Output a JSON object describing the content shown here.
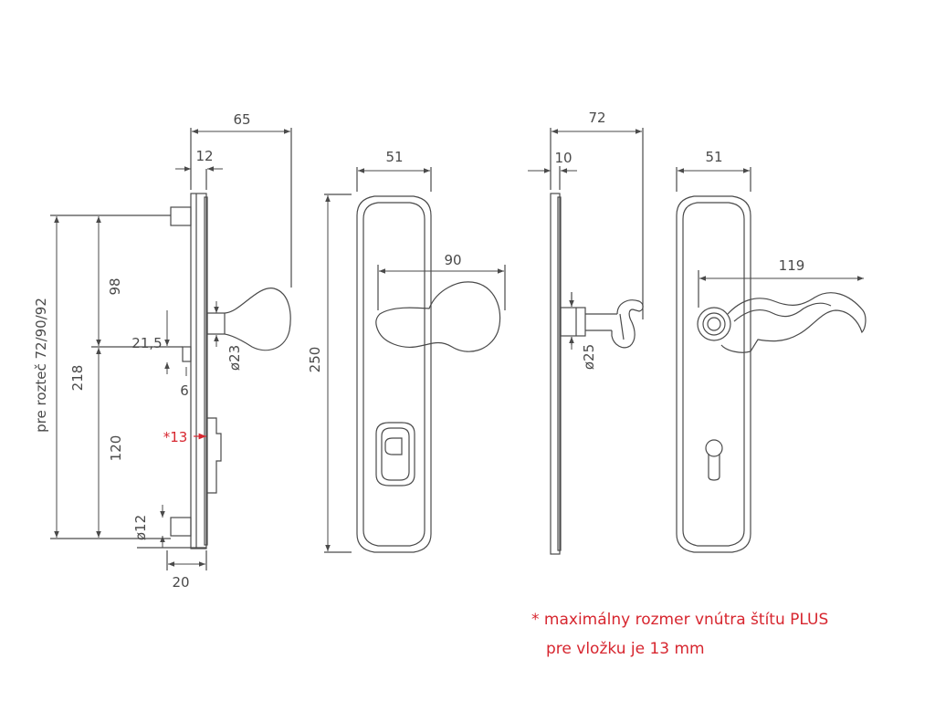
{
  "dimensions": {
    "side_knob_overall": "65",
    "side_knob_plate": "12",
    "rozteč": "pre rozteč 72/90/92",
    "height_218": "218",
    "upper_98": "98",
    "offset_21_5": "21,5",
    "knob_dia": "ø23",
    "gap_6": "6",
    "cylinder_13": "*13",
    "lower_120": "120",
    "stud_dia": "ø12",
    "base_20": "20",
    "plate_height": "250",
    "knob_plate_width": "51",
    "knob_projection": "90",
    "lever_side_overall": "72",
    "lever_side_plate": "10",
    "lever_rose_dia": "ø25",
    "lever_plate_width": "51",
    "lever_length": "119"
  },
  "note": {
    "line1": "* maximálny rozmer vnútra štítu PLUS",
    "line2": "pre vložku je 13 mm"
  },
  "colors": {
    "line": "#4a4a4a",
    "accent": "#d7262f"
  }
}
